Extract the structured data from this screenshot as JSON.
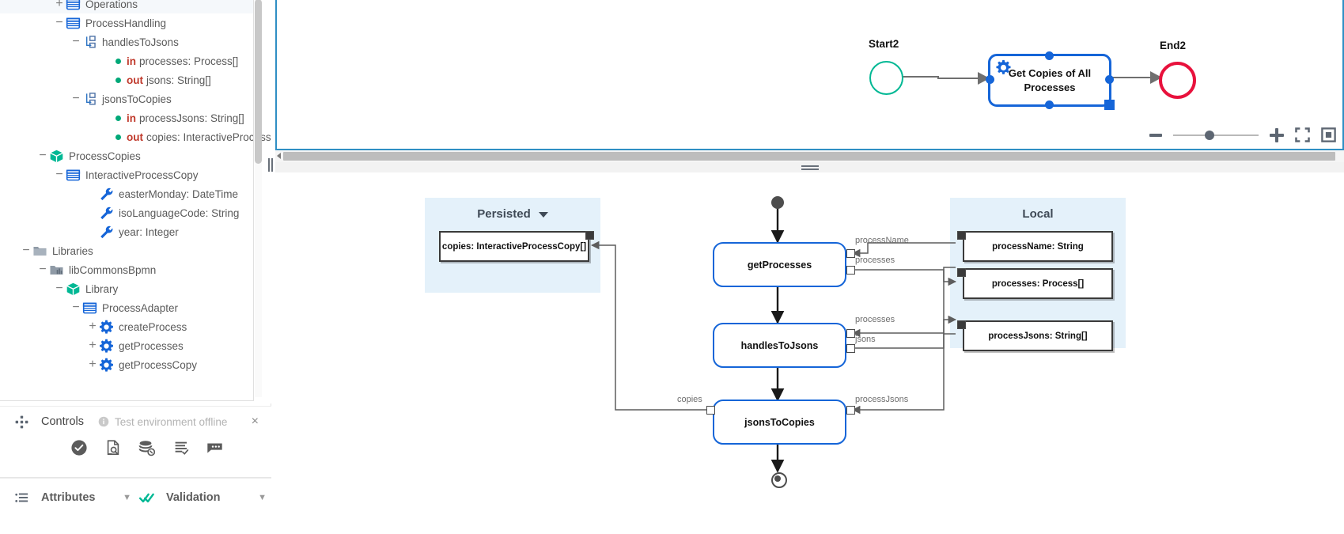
{
  "explorer": {
    "items": [
      {
        "indent": 1,
        "toggle": "plus",
        "icon": "entity-icon",
        "label": "Operations"
      },
      {
        "indent": 1,
        "toggle": "minus",
        "icon": "entity-icon",
        "label": "ProcessHandling"
      },
      {
        "indent": 2,
        "toggle": "minus",
        "icon": "operation-icon",
        "label": "handlesToJsons"
      },
      {
        "indent": 4,
        "toggle": "none",
        "icon": "green-dot-icon",
        "kw": "in",
        "label": "processes: Process[]"
      },
      {
        "indent": 4,
        "toggle": "none",
        "icon": "green-dot-icon",
        "kw": "out",
        "label": "jsons: String[]"
      },
      {
        "indent": 2,
        "toggle": "minus",
        "icon": "operation-icon",
        "label": "jsonsToCopies"
      },
      {
        "indent": 4,
        "toggle": "none",
        "icon": "green-dot-icon",
        "kw": "in",
        "label": "processJsons: String[]"
      },
      {
        "indent": 4,
        "toggle": "none",
        "icon": "green-dot-icon",
        "kw": "out",
        "label": "copies: InteractiveProcessC"
      },
      {
        "indent": 0,
        "toggle": "minus",
        "icon": "package-icon",
        "label": "ProcessCopies"
      },
      {
        "indent": 1,
        "toggle": "minus",
        "icon": "entity-icon",
        "label": "InteractiveProcessCopy"
      },
      {
        "indent": 3,
        "toggle": "none",
        "icon": "wrench-icon",
        "label": "easterMonday: DateTime"
      },
      {
        "indent": 3,
        "toggle": "none",
        "icon": "wrench-icon",
        "label": "isoLanguageCode: String"
      },
      {
        "indent": 3,
        "toggle": "none",
        "icon": "wrench-icon",
        "label": "year: Integer"
      },
      {
        "indent": -1,
        "toggle": "minus",
        "icon": "folder-icon",
        "label": "Libraries"
      },
      {
        "indent": 0,
        "toggle": "minus",
        "icon": "library-icon",
        "label": "libCommonsBpmn"
      },
      {
        "indent": 1,
        "toggle": "minus",
        "icon": "package-icon",
        "label": "Library"
      },
      {
        "indent": 2,
        "toggle": "minus",
        "icon": "entity-icon",
        "label": "ProcessAdapter"
      },
      {
        "indent": 3,
        "toggle": "plus",
        "icon": "gear-icon",
        "label": "createProcess"
      },
      {
        "indent": 3,
        "toggle": "plus",
        "icon": "gear-icon",
        "label": "getProcesses"
      },
      {
        "indent": 3,
        "toggle": "plus",
        "icon": "gear-icon",
        "label": "getProcessCopy"
      }
    ]
  },
  "controls": {
    "title": "Controls",
    "status": "Test environment offline",
    "close_label": "×",
    "buttons": [
      {
        "name": "run-checked-icon",
        "label": "Run"
      },
      {
        "name": "inspect-document-icon",
        "label": "Inspect"
      },
      {
        "name": "database-reset-icon",
        "label": "Reset data"
      },
      {
        "name": "log-check-icon",
        "label": "Logs"
      },
      {
        "name": "more-options-icon",
        "label": "More"
      }
    ]
  },
  "attributes": {
    "tabs": [
      {
        "name": "attributes-tab",
        "label": "Attributes",
        "icon": "list-icon"
      },
      {
        "name": "validation-tab",
        "label": "Validation",
        "icon": "double-check-icon"
      }
    ]
  },
  "bpmn": {
    "start": {
      "label": "Start2"
    },
    "task": {
      "label": "Get Copies of All Processes",
      "icon": "gear-icon"
    },
    "end": {
      "label": "End2"
    },
    "zoom": {
      "minus_label": "−",
      "plus_label": "+",
      "fit_label": "fit-screen-icon",
      "actual_label": "actual-size-icon",
      "level": 35
    }
  },
  "flow": {
    "lanes": [
      {
        "name": "persisted-lane",
        "title": "Persisted",
        "has_caret": true
      },
      {
        "name": "local-lane",
        "title": "Local",
        "has_caret": false
      }
    ],
    "nodes": [
      {
        "name": "getProcesses",
        "label": "getProcesses"
      },
      {
        "name": "handlesToJsons",
        "label": "handlesToJsons"
      },
      {
        "name": "jsonsToCopies",
        "label": "jsonsToCopies"
      }
    ],
    "persisted_vars": [
      {
        "label": "copies: InteractiveProcessCopy[]"
      }
    ],
    "local_vars": [
      {
        "label": "processName: String"
      },
      {
        "label": "processes: Process[]"
      },
      {
        "label": "processJsons: String[]"
      }
    ],
    "pin_labels": {
      "p1": "processName",
      "p2": "processes",
      "p3": "processes",
      "p4": "jsons",
      "p5": "copies",
      "p6": "processJsons"
    }
  }
}
